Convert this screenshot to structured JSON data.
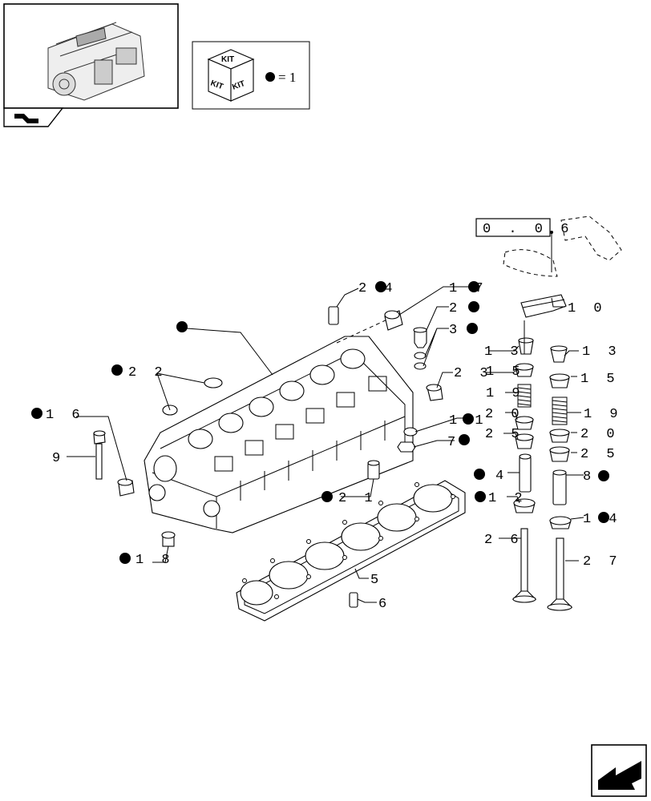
{
  "legend": {
    "kit_text": "KIT",
    "equals_text": "= 1"
  },
  "ref_box": {
    "text": "0 . 0 6"
  },
  "callouts": [
    {
      "id": "c1",
      "text": "2 4"
    },
    {
      "id": "c2",
      "text": "1 7"
    },
    {
      "id": "c3",
      "text": "2"
    },
    {
      "id": "c4",
      "text": "3"
    },
    {
      "id": "c5",
      "text": "1 0"
    },
    {
      "id": "c6",
      "text": "1 3"
    },
    {
      "id": "c7",
      "text": "1 3"
    },
    {
      "id": "c8",
      "text": "2 2"
    },
    {
      "id": "c9",
      "text": "2 3"
    },
    {
      "id": "c10",
      "text": "1 5"
    },
    {
      "id": "c11",
      "text": "1 5"
    },
    {
      "id": "c12",
      "text": "1 9"
    },
    {
      "id": "c13",
      "text": "1 9"
    },
    {
      "id": "c14",
      "text": "1 6"
    },
    {
      "id": "c15",
      "text": "2 0"
    },
    {
      "id": "c16",
      "text": "1 1"
    },
    {
      "id": "c17",
      "text": "2 5"
    },
    {
      "id": "c18",
      "text": "2 0"
    },
    {
      "id": "c19",
      "text": "9"
    },
    {
      "id": "c20",
      "text": "7"
    },
    {
      "id": "c21",
      "text": "2 5"
    },
    {
      "id": "c22",
      "text": "4"
    },
    {
      "id": "c23",
      "text": "8"
    },
    {
      "id": "c24",
      "text": "2 1"
    },
    {
      "id": "c25",
      "text": "1 2"
    },
    {
      "id": "c26",
      "text": "1 4"
    },
    {
      "id": "c27",
      "text": "1 8"
    },
    {
      "id": "c28",
      "text": "2 6"
    },
    {
      "id": "c29",
      "text": "2 7"
    },
    {
      "id": "c30",
      "text": "5"
    },
    {
      "id": "c31",
      "text": "6"
    }
  ]
}
